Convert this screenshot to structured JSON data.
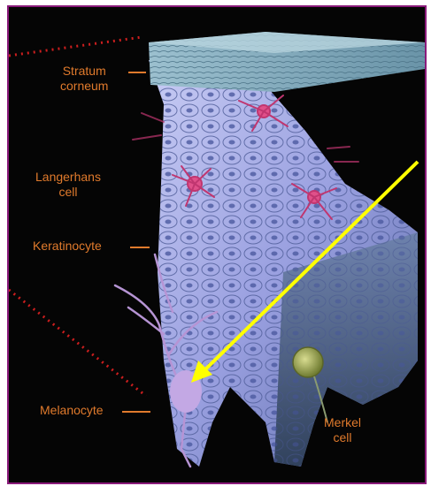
{
  "labels": {
    "stratum_corneum": [
      "Stratum",
      "corneum"
    ],
    "langerhans": [
      "Langerhans",
      "cell"
    ],
    "keratinocyte": "Keratinocyte",
    "melanocyte": "Melanocyte",
    "merkel": [
      "Merkel",
      "cell"
    ]
  },
  "colors": {
    "frame": "#8a1a7a",
    "label": "#e07a2c",
    "arrow": "#ffff00",
    "dotted_line": "#cc1e1e",
    "cells": "#9a9fe0",
    "corneum": "#8fb4c6",
    "langerhans": "#e0508a",
    "merkel": "#a8b060"
  },
  "icons": {
    "arrow": "yellow-arrow-icon"
  }
}
